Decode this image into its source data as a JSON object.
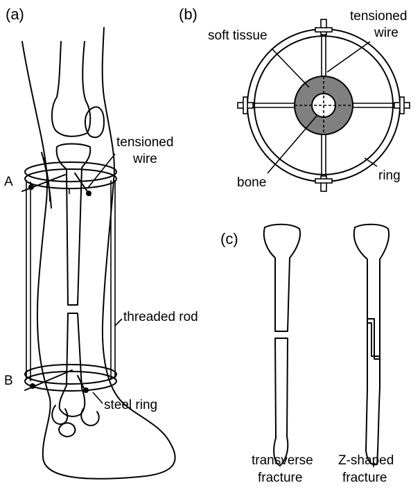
{
  "panels": {
    "a": "(a)",
    "b": "(b)",
    "c": "(c)"
  },
  "panel_a": {
    "ring_top_label": "A",
    "ring_bottom_label": "B",
    "wire_label_line1": "tensioned",
    "wire_label_line2": "wire",
    "rod_label": "threaded rod",
    "ring_label": "steel ring"
  },
  "panel_b": {
    "soft_tissue_label": "soft tissue",
    "wire_label_line1": "tensioned",
    "wire_label_line2": "wire",
    "bone_label": "bone",
    "ring_label": "ring",
    "tissue_color": "#808080"
  },
  "panel_c": {
    "left_caption_line1": "transverse",
    "left_caption_line2": "fracture",
    "right_caption_line1": "Z-shaped",
    "right_caption_line2": "fracture"
  }
}
